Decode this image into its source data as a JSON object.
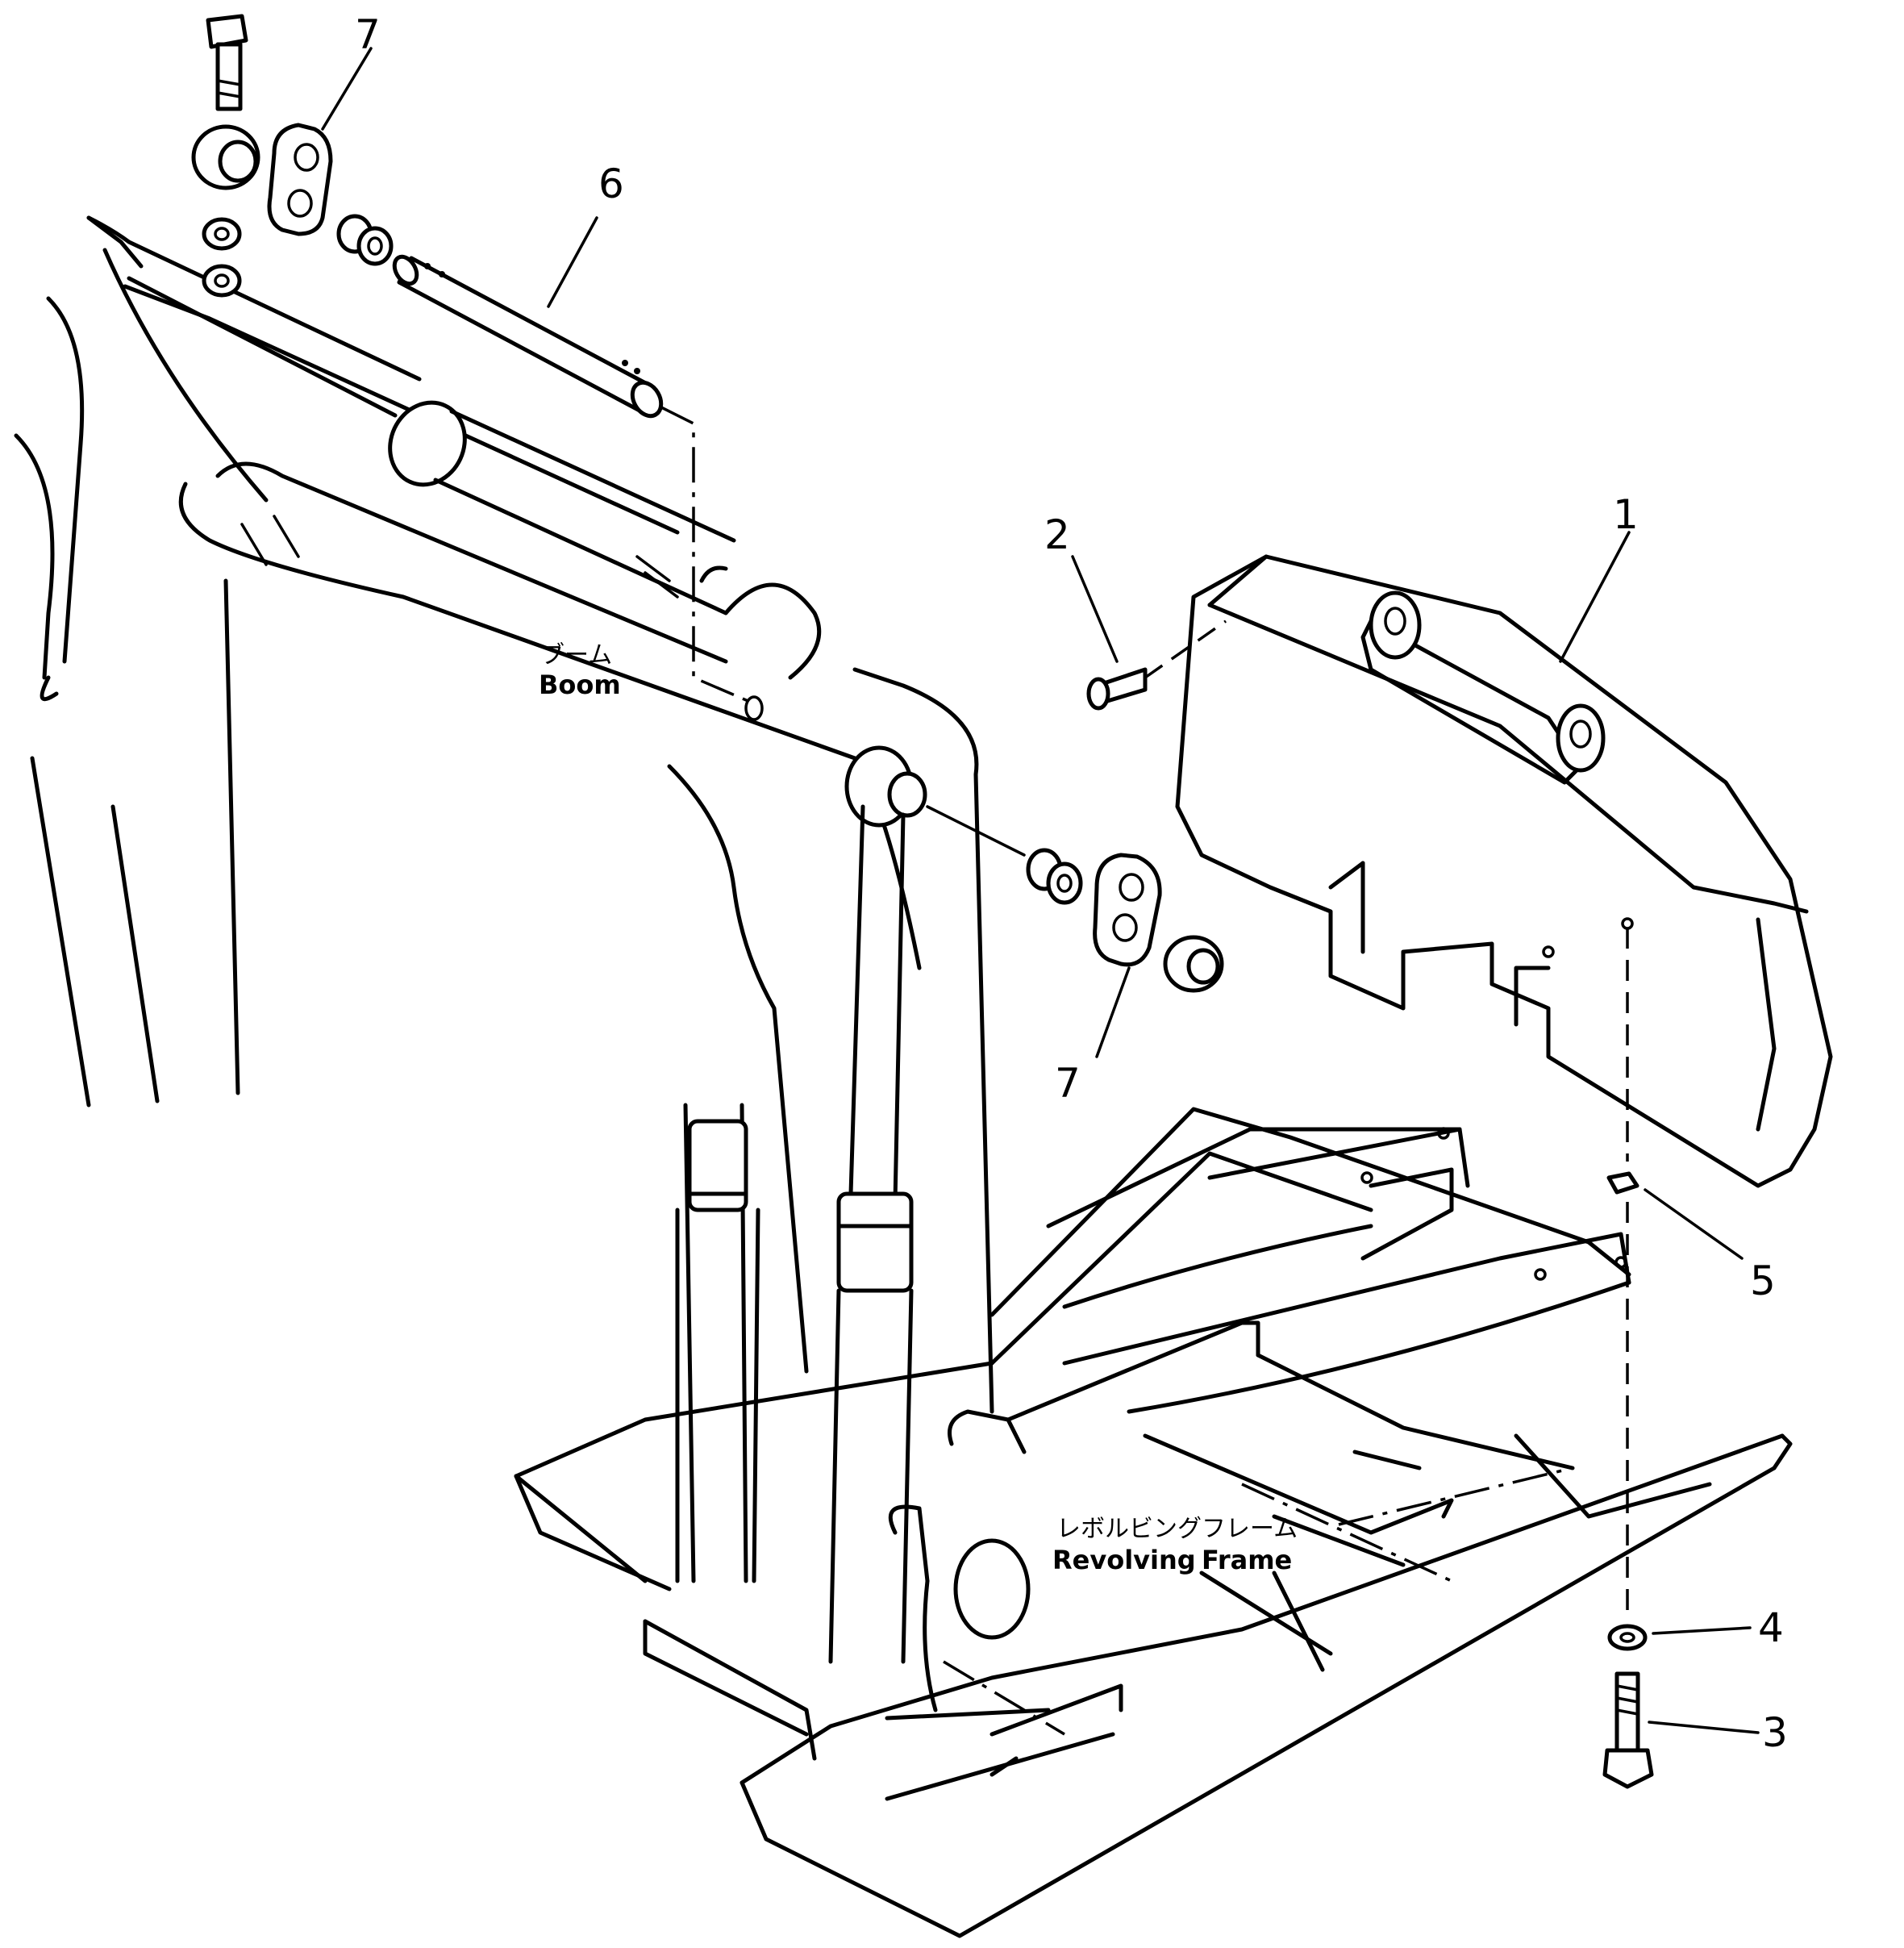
{
  "labels": {
    "boom_jp": "ブーム",
    "boom_en": "Boom",
    "frame_jp": "レボルビングフレーム",
    "frame_en_1": "Revolving",
    "frame_en_2": "Frame"
  },
  "callouts": {
    "c1": "1",
    "c2": "2",
    "c3": "3",
    "c4": "4",
    "c5": "5",
    "c6": "6",
    "c7_top": "7",
    "c7_mid": "7"
  },
  "colors": {
    "line": "#000000",
    "background": "#ffffff"
  }
}
